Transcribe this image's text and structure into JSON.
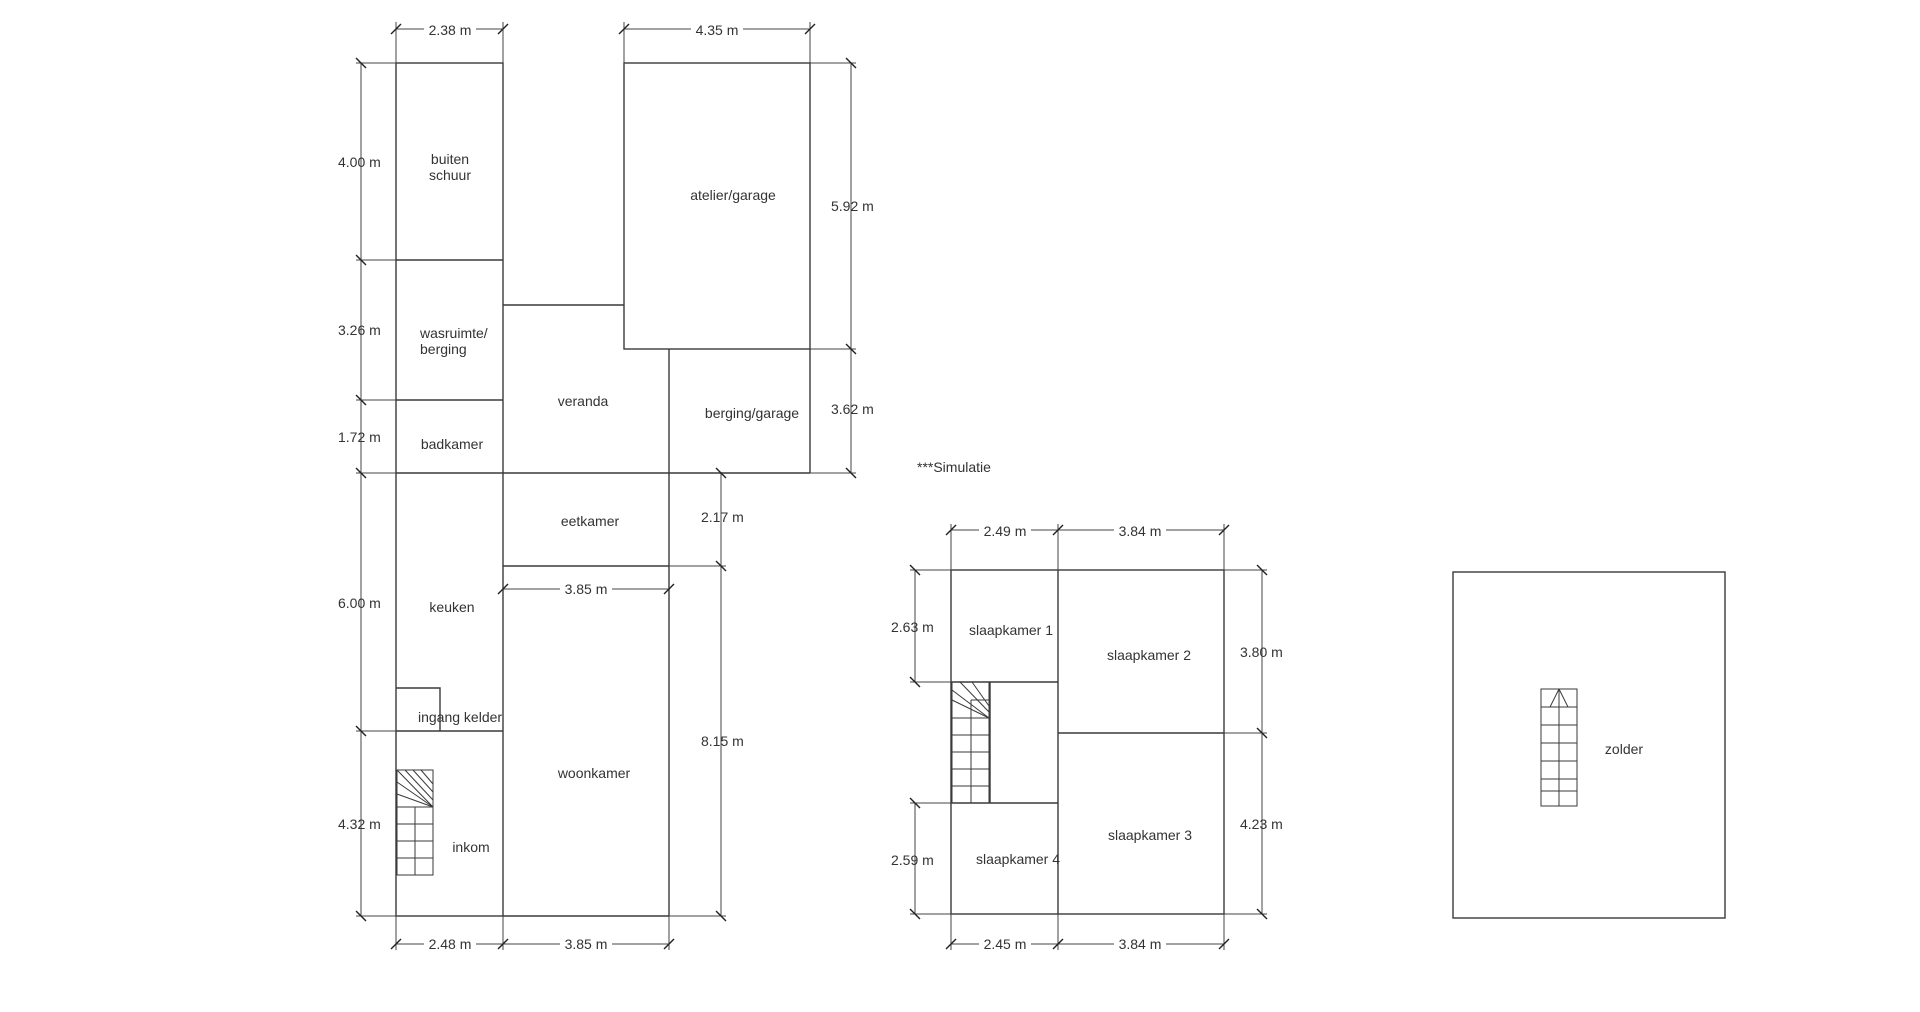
{
  "note": "***Simulatie",
  "ground_floor": {
    "rooms": {
      "buiten_schuur_1": "buiten",
      "buiten_schuur_2": "schuur",
      "wasruimte_1": "wasruimte/",
      "wasruimte_2": "berging",
      "badkamer": "badkamer",
      "keuken": "keuken",
      "ingang_kelder": "ingang kelder",
      "inkom": "inkom",
      "veranda": "veranda",
      "eetkamer": "eetkamer",
      "woonkamer": "woonkamer",
      "atelier_garage": "atelier/garage",
      "berging_garage": "berging/garage"
    },
    "dimensions": {
      "top_left_width": "2.38 m",
      "top_right_width": "4.35 m",
      "left_h_1": "4.00 m",
      "left_h_2": "3.26 m",
      "left_h_3": "1.72 m",
      "left_h_4": "6.00 m",
      "left_h_5": "4.32 m",
      "right_h_1": "5.92 m",
      "right_h_2": "3.62 m",
      "mid_h_1": "2.17 m",
      "mid_h_2": "8.15 m",
      "inner_width": "3.85 m",
      "bottom_left_width": "2.48 m",
      "bottom_right_width": "3.85 m"
    }
  },
  "first_floor": {
    "rooms": {
      "slaapkamer_1": "slaapkamer 1",
      "slaapkamer_2": "slaapkamer 2",
      "slaapkamer_3": "slaapkamer 3",
      "slaapkamer_4": "slaapkamer 4"
    },
    "dimensions": {
      "top_left_width": "2.49 m",
      "top_right_width": "3.84 m",
      "left_h_1": "2.63 m",
      "left_h_2": "2.59 m",
      "right_h_1": "3.80 m",
      "right_h_2": "4.23 m",
      "bottom_left_width": "2.45 m",
      "bottom_right_width": "3.84 m"
    }
  },
  "attic": {
    "rooms": {
      "zolder": "zolder"
    }
  }
}
